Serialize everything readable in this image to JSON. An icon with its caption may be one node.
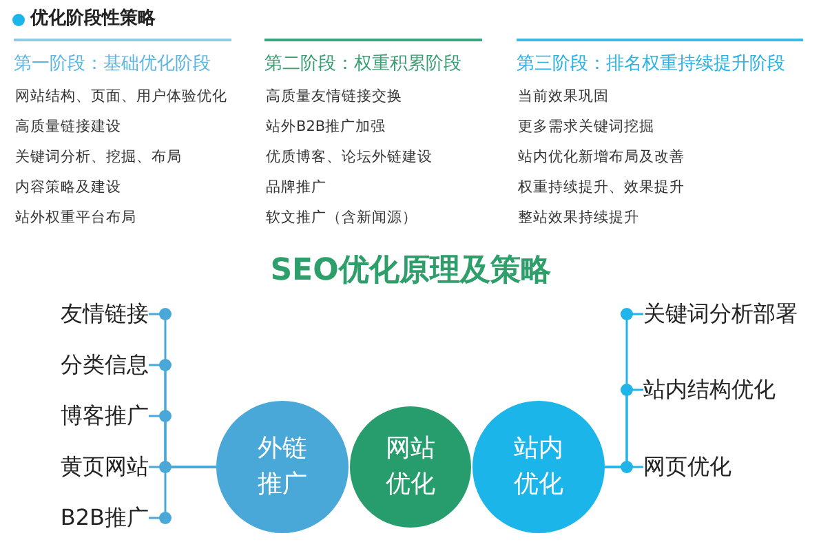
{
  "diagram": {
    "nodes": [
      {
        "text": [
          "友情链接"
        ]
      },
      {
        "text": [
          "分类信息"
        ]
      },
      {
        "text": [
          "博客推广"
        ]
      },
      {
        "text": [
          "黄页网站"
        ]
      },
      {
        "text": [
          "B2B推广"
        ]
      },
      {
        "text": [
          "外链推广"
        ]
      },
      {
        "text": [
          "网站优化"
        ]
      },
      {
        "text": [
          "站内优化"
        ]
      },
      {
        "text": [
          "关键词分析部署"
        ]
      },
      {
        "text": [
          "站内结构优化"
        ]
      },
      {
        "text": [
          "网页优化"
        ]
      }
    ],
    "edges": [
      {
        "from": 5,
        "to": 0,
        "arrow": "other"
      },
      {
        "from": 5,
        "to": 1,
        "arrow": "other"
      },
      {
        "from": 5,
        "to": 2,
        "arrow": "other"
      },
      {
        "from": 5,
        "to": 3,
        "arrow": "other"
      },
      {
        "from": 5,
        "to": 4,
        "arrow": "other"
      },
      {
        "from": 7,
        "to": 8,
        "arrow": "other",
        "color": "#1fb4ea"
      },
      {
        "from": 7,
        "to": 9,
        "arrow": "other",
        "color": "#1fb4ea"
      },
      {
        "from": 7,
        "to": 10,
        "arrow": "other",
        "color": "#1fb4ea"
      }
    ],
    "labels": [
      "优化阶段性策略",
      "第一阶段：基础优化阶段",
      "第二阶段：权重积累阶段",
      "第三阶段：排名权重持续提升阶段",
      "网站结构、页面、用户体验优化",
      "高质量友情链接交换",
      "当前效果巩固",
      "高质量链接建设",
      "站外B2B推广加强",
      "更多需求关键词挖掘",
      "关键词分析、挖掘、布局",
      "优质博客、论坛外链建设",
      "站内优化新增布局及改善",
      "内容策略及建设",
      "品牌推广",
      "权重持续提升、效果提升",
      "站外权重平台布局",
      "软文推广（含新闻源）",
      "整站效果持续提升",
      "SEO优化原理及策略"
    ]
  }
}
